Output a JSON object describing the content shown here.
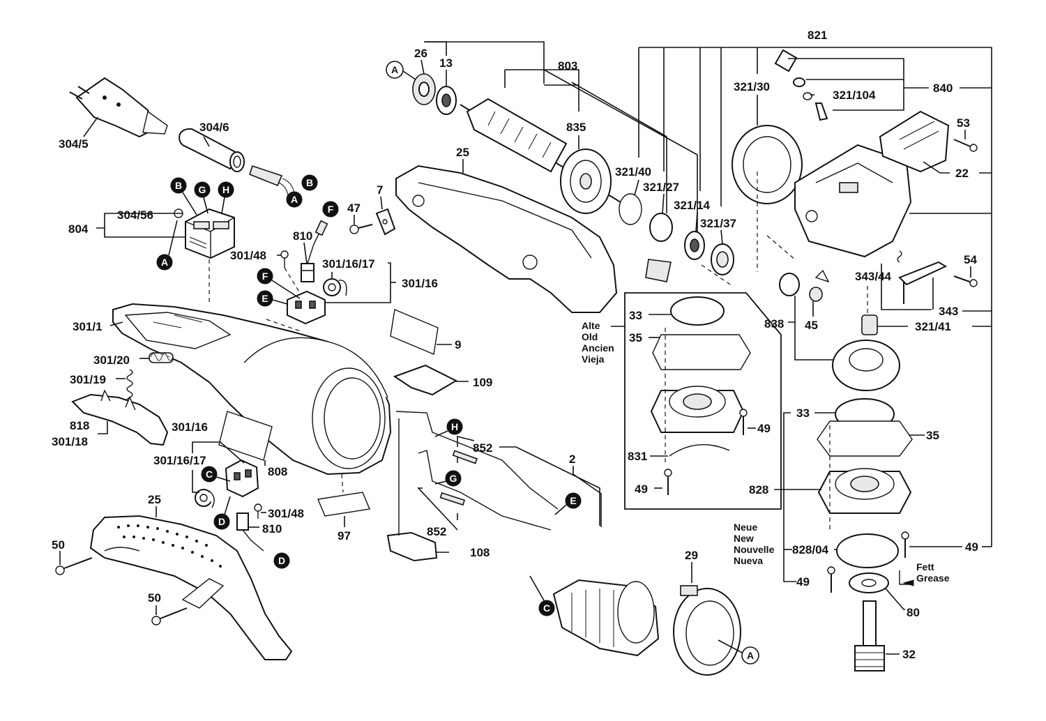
{
  "part_labels": {
    "p304_5": "304/5",
    "p304_6": "304/6",
    "p804": "804",
    "p304_56": "304/56",
    "p301_48a": "301/48",
    "p810a": "810",
    "p301_16_17a": "301/16/17",
    "p301_16a": "301/16",
    "p301_1": "301/1",
    "p301_20": "301/20",
    "p301_19": "301/19",
    "p818": "818",
    "p301_18": "301/18",
    "p301_16b": "301/16",
    "p301_16_17b": "301/16/17",
    "p808": "808",
    "p301_48b": "301/48",
    "p810b": "810",
    "p97": "97",
    "p25a": "25",
    "p50a": "50",
    "p50b": "50",
    "p26": "26",
    "p13": "13",
    "p803": "803",
    "p835": "835",
    "p25b": "25",
    "p7": "7",
    "p47": "47",
    "p9": "9",
    "p109": "109",
    "p852a": "852",
    "p852b": "852",
    "p2": "2",
    "p108": "108",
    "p29": "29",
    "p821": "821",
    "p321_30": "321/30",
    "p321_104": "321/104",
    "p840": "840",
    "p53": "53",
    "p22": "22",
    "p321_40": "321/40",
    "p321_27": "321/27",
    "p321_14": "321/14",
    "p321_37": "321/37",
    "p54": "54",
    "p343_44": "343/44",
    "p343": "343",
    "p838": "838",
    "p45": "45",
    "p321_41": "321/41",
    "p33a": "33",
    "p35a": "35",
    "p49a": "49",
    "p831": "831",
    "p49b": "49",
    "p33b": "33",
    "p35b": "35",
    "p828": "828",
    "p828_04": "828/04",
    "p49c": "49",
    "p49d": "49",
    "p80": "80",
    "p32": "32"
  },
  "ref_markers": {
    "A": "A",
    "B": "B",
    "C": "C",
    "D": "D",
    "E": "E",
    "F": "F",
    "G": "G",
    "H": "H"
  },
  "notes": {
    "old_lines": [
      "Alte",
      "Old",
      "Ancien",
      "Vieja"
    ],
    "new_lines": [
      "Neue",
      "New",
      "Nouvelle",
      "Nueva"
    ],
    "grease_lines": [
      "Fett",
      "Grease"
    ]
  }
}
